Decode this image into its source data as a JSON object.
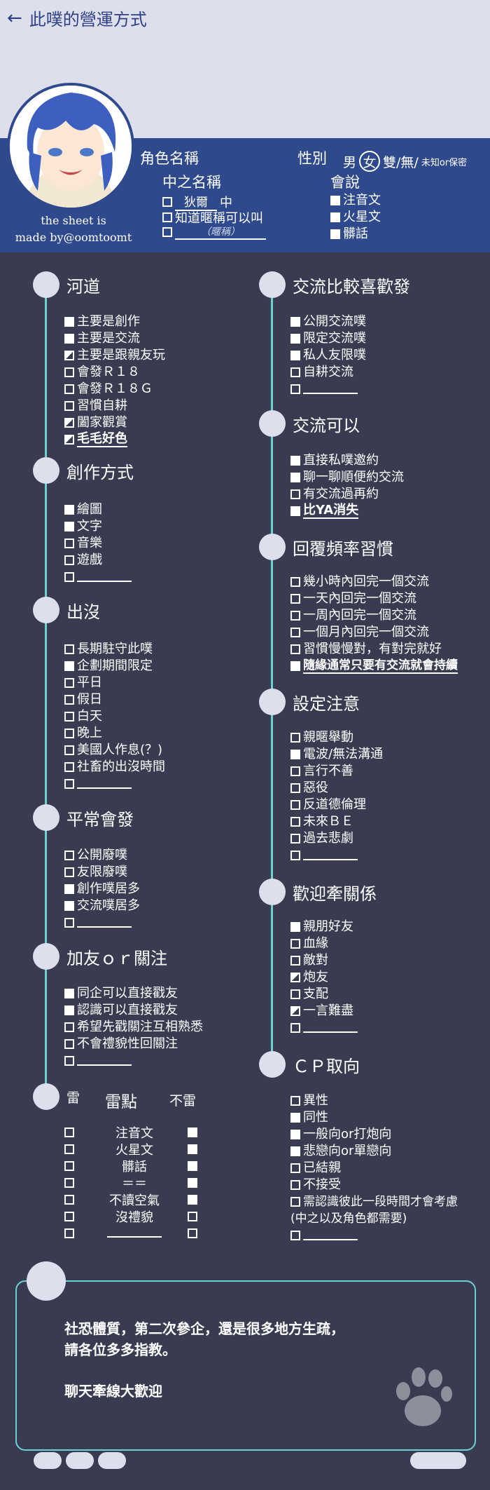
{
  "header": {
    "back_icon": "left-arrow-icon",
    "title": "此噗的營運方式"
  },
  "credit": {
    "line1": "the sheet is",
    "line2": "made by@oomtoomt"
  },
  "profile": {
    "name_label": "角色名稱",
    "gender_label": "性別",
    "gender_male": "男",
    "gender_female": "女",
    "gender_rest": "雙/無/",
    "gender_small": "未知or保密",
    "inner_label": "中之名稱",
    "inner_value": "狄爾",
    "inner_suffix": "中",
    "nick_label": "知道暱稱可以叫",
    "nick_placeholder": "（暱稱）",
    "lang_label": "會說",
    "langs": [
      "注音文",
      "火星文",
      "髒話"
    ]
  },
  "sections": {
    "hedao": {
      "title": "河道",
      "items": [
        "主要是創作",
        "主要是交流",
        "主要是跟親友玩",
        "會發Ｒ１８",
        "會發Ｒ１８Ｇ",
        "習慣自耕",
        "闔家觀賞",
        "毛毛好色"
      ]
    },
    "chuangzuo": {
      "title": "創作方式",
      "items": [
        "繪圖",
        "文字",
        "音樂",
        "遊戲"
      ]
    },
    "chumo": {
      "title": "出沒",
      "items": [
        "長期駐守此噗",
        "企劃期間限定",
        "平日",
        "假日",
        "白天",
        "晚上",
        "美國人作息(？)",
        "社畜的出沒時間"
      ]
    },
    "pingchang": {
      "title": "平常會發",
      "items": [
        "公開廢噗",
        "友限廢噗",
        "創作噗居多",
        "交流噗居多"
      ]
    },
    "jiayou": {
      "title": "加友ｏｒ關注",
      "items": [
        "同企可以直接戳友",
        "認識可以直接戳友",
        "希望先戳關注互相熟悉",
        "不會禮貌性回關注"
      ]
    },
    "lei": {
      "title": "雷",
      "mid_title": "雷點",
      "right_title": "不雷",
      "rows": [
        "注音文",
        "火星文",
        "髒話",
        "＝＝",
        "不讀空氣",
        "沒禮貌"
      ]
    },
    "jiaoliu_fa": {
      "title": "交流比較喜歡發",
      "items": [
        "公開交流噗",
        "限定交流噗",
        "私人友限噗",
        "自耕交流"
      ]
    },
    "jiaoliu_ke": {
      "title": "交流可以",
      "items": [
        "直接私噗邀約",
        "聊一聊順便約交流",
        "有交流過再約",
        "比YA消失"
      ]
    },
    "huifu": {
      "title": "回覆頻率習慣",
      "items": [
        "幾小時內回完一個交流",
        "一天內回完一個交流",
        "一周內回完一個交流",
        "一個月內回完一個交流",
        "習慣慢慢對，有對完就好",
        "隨緣通常只要有交流就會持續"
      ]
    },
    "sheding": {
      "title": "設定注意",
      "items": [
        "親暱舉動",
        "電波/無法溝通",
        "言行不善",
        "惡役",
        "反道德倫理",
        "未來ＢＥ",
        "過去悲劇"
      ]
    },
    "qianguanxi": {
      "title": "歡迎牽關係",
      "items": [
        "親朋好友",
        "血緣",
        "敵對",
        "炮友",
        "支配",
        "一言難盡"
      ]
    },
    "cp": {
      "title": "ＣＰ取向",
      "items": [
        "異性",
        "同性",
        "一般向or打炮向",
        "悲戀向or單戀向",
        "已結親",
        "不接受",
        "需認識彼此一段時間才會考慮"
      ],
      "note": "(中之以及角色都需要)"
    }
  },
  "footer": {
    "line1": "社恐體質，第二次參企，還是很多地方生疏，",
    "line2": "請各位多多指教。",
    "line3": "聊天牽線大歡迎",
    "paw_icon": "paw-print-icon"
  }
}
